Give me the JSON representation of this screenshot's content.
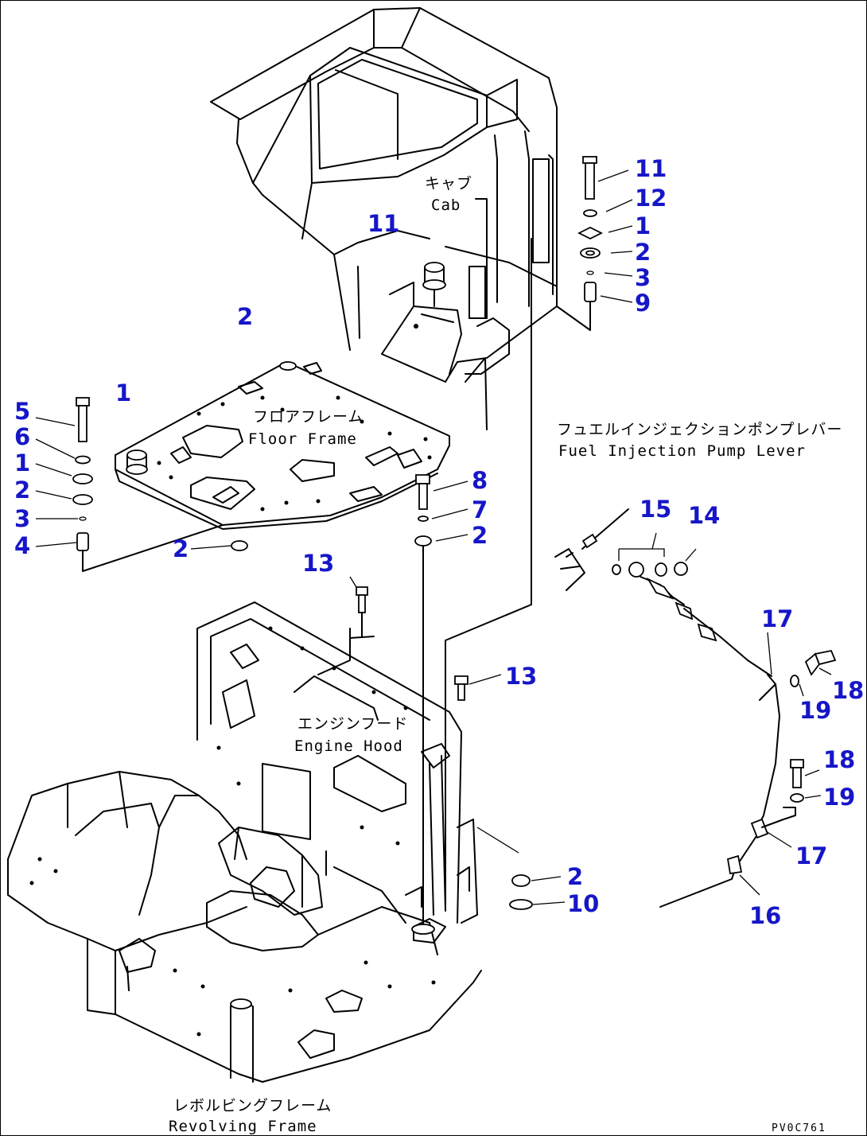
{
  "labels": {
    "cab_jp": "キャブ",
    "cab": "Cab",
    "floor_jp": "フロアフレーム",
    "floor": "Floor Frame",
    "fuel_jp": "フュエルインジェクションポンプレバー",
    "fuel": "Fuel Injection Pump Lever",
    "hood_jp": "エンジンフード",
    "hood": "Engine Hood",
    "revolving_jp": "レボルビングフレーム",
    "revolving": "Revolving Frame",
    "drawing_code": "PV0C761"
  },
  "callouts": [
    {
      "id": "c-11a",
      "text": "11"
    },
    {
      "id": "c-12",
      "text": "12"
    },
    {
      "id": "c-1a",
      "text": "1"
    },
    {
      "id": "c-2a",
      "text": "2"
    },
    {
      "id": "c-3a",
      "text": "3"
    },
    {
      "id": "c-9",
      "text": "9"
    },
    {
      "id": "c-11b",
      "text": "11"
    },
    {
      "id": "c-2b",
      "text": "2"
    },
    {
      "id": "c-1b",
      "text": "1"
    },
    {
      "id": "c-5",
      "text": "5"
    },
    {
      "id": "c-6",
      "text": "6"
    },
    {
      "id": "c-1c",
      "text": "1"
    },
    {
      "id": "c-2c",
      "text": "2"
    },
    {
      "id": "c-3b",
      "text": "3"
    },
    {
      "id": "c-4",
      "text": "4"
    },
    {
      "id": "c-2d",
      "text": "2"
    },
    {
      "id": "c-8",
      "text": "8"
    },
    {
      "id": "c-7",
      "text": "7"
    },
    {
      "id": "c-2e",
      "text": "2"
    },
    {
      "id": "c-15",
      "text": "15"
    },
    {
      "id": "c-14",
      "text": "14"
    },
    {
      "id": "c-13a",
      "text": "13"
    },
    {
      "id": "c-13b",
      "text": "13"
    },
    {
      "id": "c-17a",
      "text": "17"
    },
    {
      "id": "c-18a",
      "text": "18"
    },
    {
      "id": "c-19a",
      "text": "19"
    },
    {
      "id": "c-18b",
      "text": "18"
    },
    {
      "id": "c-19b",
      "text": "19"
    },
    {
      "id": "c-17b",
      "text": "17"
    },
    {
      "id": "c-16",
      "text": "16"
    },
    {
      "id": "c-2f",
      "text": "2"
    },
    {
      "id": "c-10",
      "text": "10"
    }
  ]
}
